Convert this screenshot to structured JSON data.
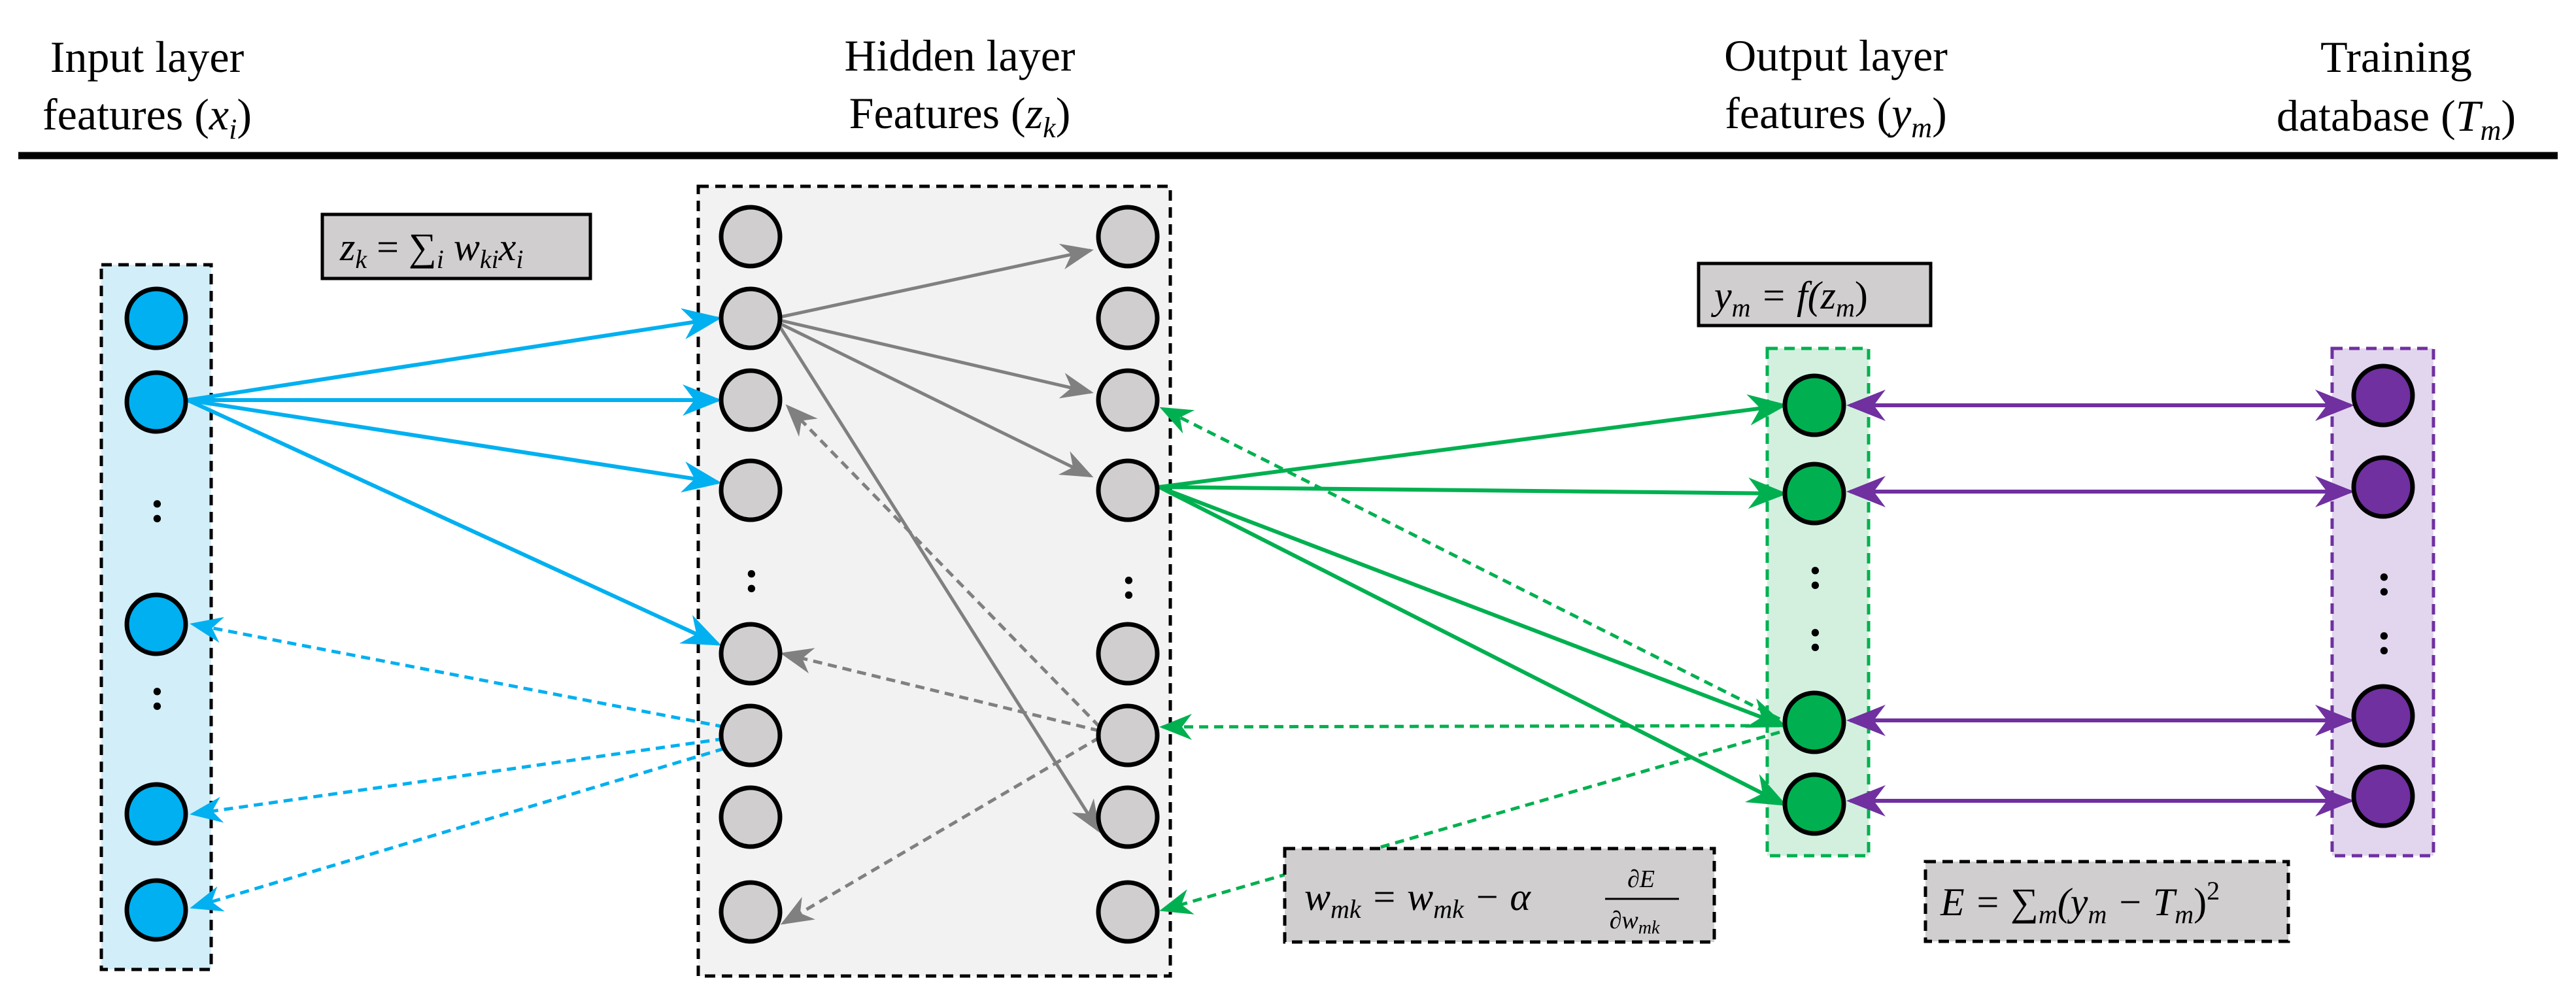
{
  "headers": {
    "input": {
      "line1": "Input layer",
      "line2": "features",
      "sym": "x",
      "sub": "i"
    },
    "hidden": {
      "line1": "Hidden layer",
      "line2": "Features",
      "sym": "z",
      "sub": "k"
    },
    "output": {
      "line1": "Output layer",
      "line2": "features",
      "sym": "y",
      "sub": "m"
    },
    "training": {
      "line1": "Training",
      "line2": "database",
      "sym": "T",
      "sub": "m"
    }
  },
  "equations": {
    "hidden_sum": {
      "lhs": "z",
      "lhs_sub": "k",
      "eq": " = ∑",
      "sum_sub": "i",
      "w": " w",
      "w_sub": "ki",
      "x": "x",
      "x_sub": "i"
    },
    "activation": {
      "lhs": "y",
      "lhs_sub": "m",
      "rest": " = f(z",
      "rest_sub": "m",
      "close": ")"
    },
    "update": {
      "lhs": "w",
      "lhs_sub": "mk",
      "mid": " = w",
      "mid_sub": "mk",
      "minus": " − α",
      "frac_num": "∂E",
      "frac_den": "∂w",
      "frac_den_sub": "mk"
    },
    "error": {
      "lhs": "E = ∑",
      "sum_sub": "m",
      "open": "(y",
      "y_sub": "m",
      "minus": " − T",
      "t_sub": "m",
      "close": ")",
      "sup": "2"
    }
  },
  "ellipsis": ":",
  "colors": {
    "input_node": "#00b0f0",
    "input_box": "#d2eef9",
    "hidden_node": "#d0cece",
    "hidden_box": "#f2f2f2",
    "hidden_arrow": "#808080",
    "output_node": "#00b050",
    "output_box": "#d3f0df",
    "training_node": "#7030a0",
    "training_box": "#e2d6ee",
    "equation_box": "#d0cece"
  }
}
